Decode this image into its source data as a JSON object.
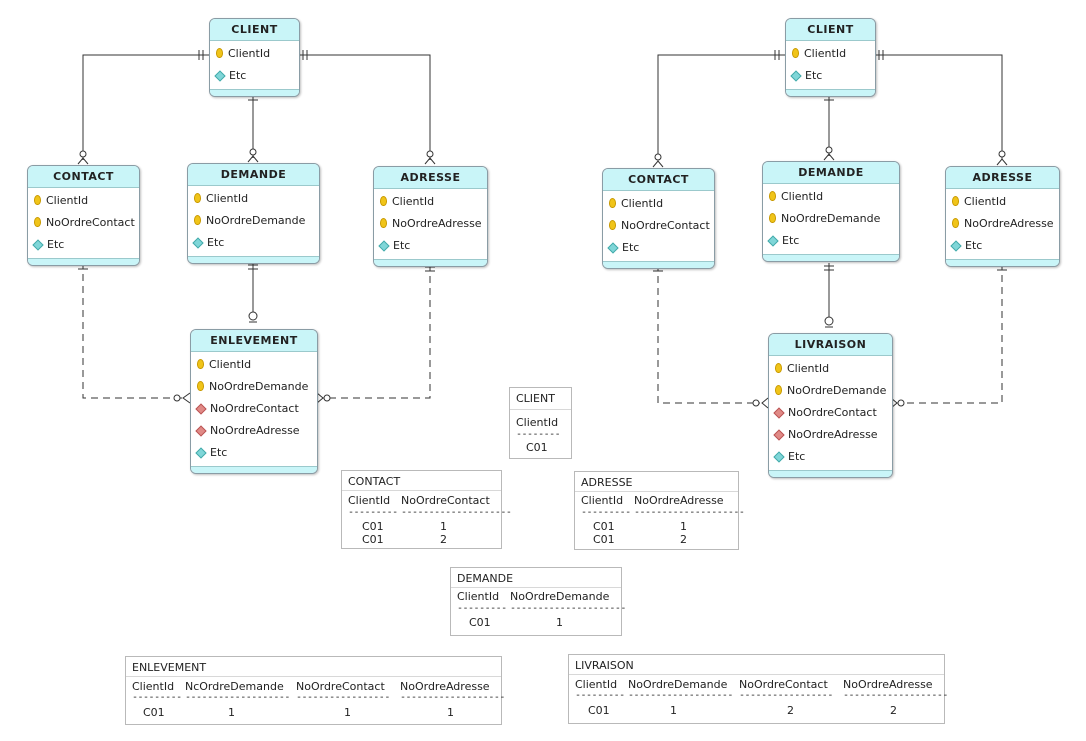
{
  "left_diagram": {
    "client": {
      "title": "CLIENT",
      "rows": [
        "ClientId",
        "Etc"
      ]
    },
    "contact": {
      "title": "CONTACT",
      "rows": [
        "ClientId",
        "NoOrdreContact",
        "Etc"
      ]
    },
    "demande": {
      "title": "DEMANDE",
      "rows": [
        "ClientId",
        "NoOrdreDemande",
        "Etc"
      ]
    },
    "adresse": {
      "title": "ADRESSE",
      "rows": [
        "ClientId",
        "NoOrdreAdresse",
        "Etc"
      ]
    },
    "enlevement": {
      "title": "ENLEVEMENT",
      "rows": [
        "ClientId",
        "NoOrdreDemande",
        "NoOrdreContact",
        "NoOrdreAdresse",
        "Etc"
      ]
    }
  },
  "right_diagram": {
    "client": {
      "title": "CLIENT",
      "rows": [
        "ClientId",
        "Etc"
      ]
    },
    "contact": {
      "title": "CONTACT",
      "rows": [
        "ClientId",
        "NoOrdreContact",
        "Etc"
      ]
    },
    "demande": {
      "title": "DEMANDE",
      "rows": [
        "ClientId",
        "NoOrdreDemande",
        "Etc"
      ]
    },
    "adresse": {
      "title": "ADRESSE",
      "rows": [
        "ClientId",
        "NoOrdreAdresse",
        "Etc"
      ]
    },
    "livraison": {
      "title": "LIVRAISON",
      "rows": [
        "ClientId",
        "NoOrdreDemande",
        "NoOrdreContact",
        "NoOrdreAdresse",
        "Etc"
      ]
    }
  },
  "row_icons": {
    "key": "key-icon",
    "attribute": "attribute-diamond-icon",
    "foreign_key": "foreign-key-diamond-icon"
  },
  "colors": {
    "entity_header": "#c9f5f8",
    "entity_border": "#8a9ca5",
    "key_icon": "#f0c419",
    "attribute_icon": "#7fd6d8",
    "foreign_key_icon": "#e08a86",
    "line": "#333333"
  },
  "sample_tables": {
    "client": {
      "title": "CLIENT",
      "header": "ClientId",
      "dash": "--------",
      "rows": [
        "C01"
      ]
    },
    "contact": {
      "title": "CONTACT",
      "headers": [
        "ClientId",
        "NoOrdreContact"
      ],
      "dashes": [
        "---------",
        "--------------------"
      ],
      "rows": [
        [
          "C01",
          "1"
        ],
        [
          "C01",
          "2"
        ]
      ]
    },
    "adresse": {
      "title": "ADRESSE",
      "headers": [
        "ClientId",
        "NoOrdreAdresse"
      ],
      "dashes": [
        "---------",
        "--------------------"
      ],
      "rows": [
        [
          "C01",
          "1"
        ],
        [
          "C01",
          "2"
        ]
      ]
    },
    "demande": {
      "title": "DEMANDE",
      "headers": [
        "ClientId",
        "NoOrdreDemande"
      ],
      "dashes": [
        "---------",
        "---------------------"
      ],
      "rows": [
        [
          "C01",
          "1"
        ]
      ]
    },
    "enlevement": {
      "title": "ENLEVEMENT",
      "headers": [
        "ClientId",
        "NcOrdreDemande",
        "NoOrdreContact",
        "NoOrdreAdresse"
      ],
      "dashes": [
        "---------",
        "-------------------",
        "-----------------",
        "-------------------"
      ],
      "rows": [
        [
          "C01",
          "1",
          "1",
          "1"
        ]
      ]
    },
    "livraison": {
      "title": "LIVRAISON",
      "headers": [
        "ClientId",
        "NoOrdreDemande",
        "NoOrdreContact",
        "NoOrdreAdresse"
      ],
      "dashes": [
        "---------",
        "-------------------",
        "-----------------",
        "-------------------"
      ],
      "rows": [
        [
          "C01",
          "1",
          "2",
          "2"
        ]
      ]
    }
  }
}
